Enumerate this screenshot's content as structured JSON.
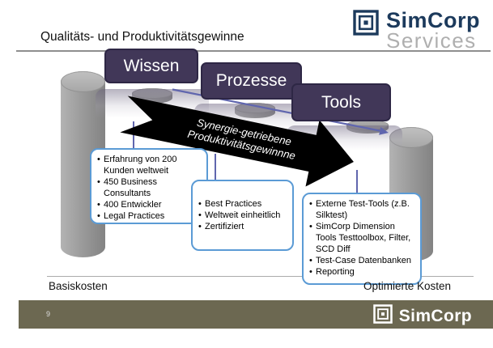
{
  "slide": {
    "title": "Qualitäts- und Produktivitätsgewinne",
    "bottom_left_label": "Basiskosten",
    "bottom_right_label": "Optimierte Kosten"
  },
  "header_logo": {
    "name": "SimCorp",
    "subtitle": "Services"
  },
  "stages": [
    {
      "label": "Wissen"
    },
    {
      "label": "Prozesse"
    },
    {
      "label": "Tools"
    }
  ],
  "arrow": {
    "line1": "Synergie-getriebene",
    "line2": "Produktivitätsgewinnne"
  },
  "callouts": {
    "wissen": [
      "Erfahrung von 200 Kunden weltweit",
      "450 Business Consultants",
      "400 Entwickler",
      "Legal Practices"
    ],
    "prozesse": [
      "Best Practices",
      "Weltweit einheitlich",
      "Zertifiziert"
    ],
    "tools": [
      "Externe Test-Tools (z.B. Silktest)",
      "SimCorp Dimension Tools Testtoolbox, Filter, SCD Diff",
      "Test-Case Datenbanken",
      "Reporting"
    ]
  },
  "footer": {
    "page_number": "9",
    "logo_name": "SimCorp"
  },
  "glyphs": {
    "bullet": "•"
  },
  "colors": {
    "stage_fill": "#413758",
    "stage_border": "#2E2745",
    "connector_blue": "#6066AE",
    "callout_border": "#5B9BD5",
    "footer_bar": "#6C6851",
    "logo_navy": "#1C3A5C",
    "logo_gray": "#AFAFAF",
    "arrow_black": "#000000"
  }
}
